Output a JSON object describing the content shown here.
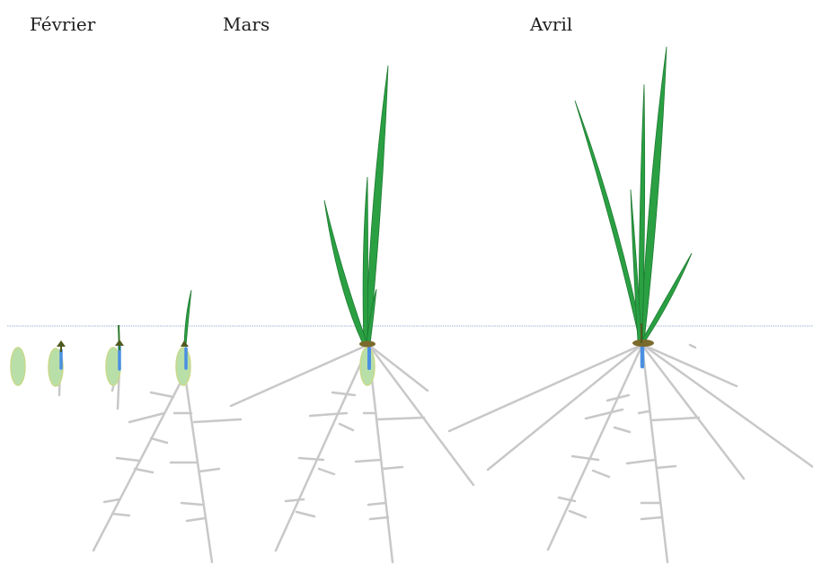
{
  "months": {
    "february": "Février",
    "march": "Mars",
    "april": "Avril"
  },
  "colors": {
    "background": "#ffffff",
    "ground_line": "#9fb7d6",
    "seed_fill": "#b9dfa9",
    "seed_outline": "#c8d98a",
    "coleoptile": "#4a90e2",
    "leaf": "#2aa043",
    "leaf_outline": "#1f7a31",
    "shoot_tip": "#4f5a1f",
    "crown": "#7a6a2c",
    "root": "#c8c8c8"
  }
}
